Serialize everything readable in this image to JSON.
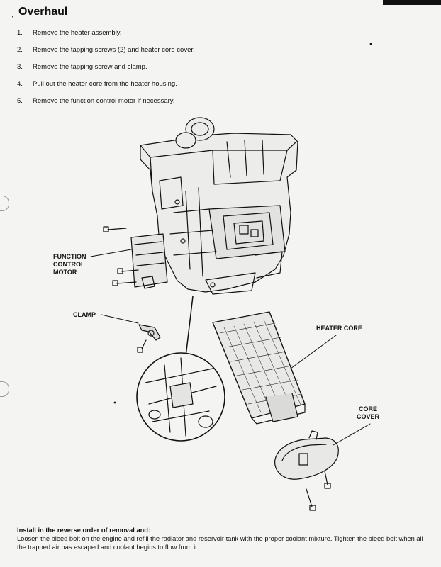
{
  "section_title": "Overhaul",
  "steps": [
    {
      "num": "1.",
      "text": "Remove the heater assembly."
    },
    {
      "num": "2.",
      "text": "Remove the tapping screws (2) and heater core cover."
    },
    {
      "num": "3.",
      "text": "Remove the tapping screw and clamp."
    },
    {
      "num": "4.",
      "text": "Pull out the heater core from the heater housing."
    },
    {
      "num": "5.",
      "text": "Remove the function control motor if necessary."
    }
  ],
  "labels": {
    "function_control_motor": [
      "FUNCTION",
      "CONTROL",
      "MOTOR"
    ],
    "clamp": "CLAMP",
    "heater_core": "HEATER CORE",
    "core_cover": [
      "CORE",
      "COVER"
    ]
  },
  "footer": {
    "lead": "Install in the reverse order of removal and:",
    "text": "Loosen the bleed bolt on the engine and refill the radiator and reservoir tank with the proper coolant mixture. Tighten the bleed bolt when all the trapped air has escaped and coolant begins to flow from it."
  }
}
